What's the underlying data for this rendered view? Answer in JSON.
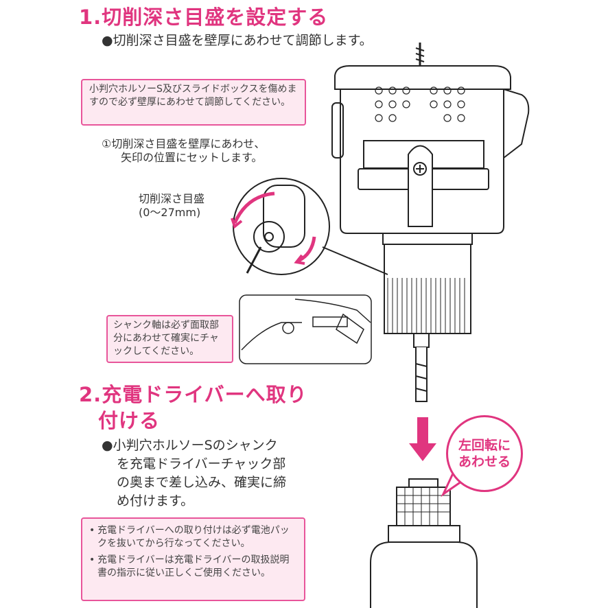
{
  "section1": {
    "heading": "1.切削深さ目盛を設定する",
    "bullet": "●切削深さ目盛を壁厚にあわせて調節します。",
    "note": "小判穴ホルソーS及びスライドボックスを傷めますので必ず壁厚にあわせて調節してください。",
    "step_line1": "①切削深さ目盛を壁厚にあわせ、",
    "step_line2": "矢印の位置にセットします。",
    "dial_label_line1": "切削深さ目盛",
    "dial_label_line2": "(0〜27mm)",
    "shank_note": "シャンク軸は必ず面取部分にあわせて確実にチャックしてください。"
  },
  "section2": {
    "heading_line1": "2.充電ドライバーへ取り",
    "heading_line2": "付ける",
    "bullet_line1": "●小判穴ホルソーSのシャンク",
    "bullet_line2": "を充電ドライバーチャック部",
    "bullet_line3": "の奥まで差し込み、確実に締",
    "bullet_line4": "め付けます。",
    "notes": [
      "充電ドライバーへの取り付けは必ず電池パックを抜いてから行なってください。",
      "充電ドライバーは充電ドライバーの取扱説明書の指示に従い正しくご使用ください。"
    ],
    "bubble_line1": "左回転に",
    "bubble_line2": "あわせる"
  },
  "colors": {
    "accent": "#e0357f",
    "note_bg": "#fde9f1",
    "note_border": "#e8559a"
  }
}
